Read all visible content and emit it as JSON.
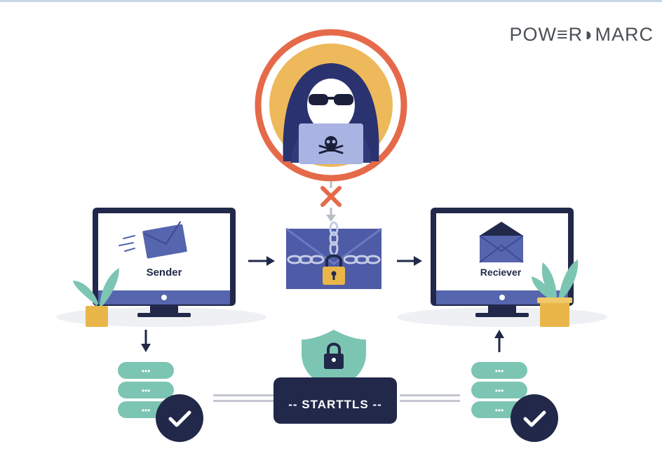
{
  "brand": {
    "logo_text": "POW≡R◗MARC"
  },
  "nodes": {
    "sender": {
      "label": "Sender"
    },
    "receiver": {
      "label": "Reciever"
    },
    "protocol": {
      "label": "-- STARTTLS --"
    }
  },
  "colors": {
    "navy": "#21284a",
    "monitor_blue": "#5565ae",
    "envelope_blue": "#4e5ba6",
    "teal": "#7cc5b3",
    "attacker_ring": "#e56a4a",
    "attacker_bg": "#edb95a",
    "lock_gold": "#e9b64a"
  },
  "icons": [
    "hacker-icon",
    "skull-icon",
    "blocked-x-icon",
    "chained-envelope-icon",
    "padlock-icon",
    "shield-lock-icon",
    "database-icon",
    "checkmark-icon",
    "plant-icon",
    "envelope-icon",
    "open-envelope-icon",
    "arrow-icon"
  ]
}
